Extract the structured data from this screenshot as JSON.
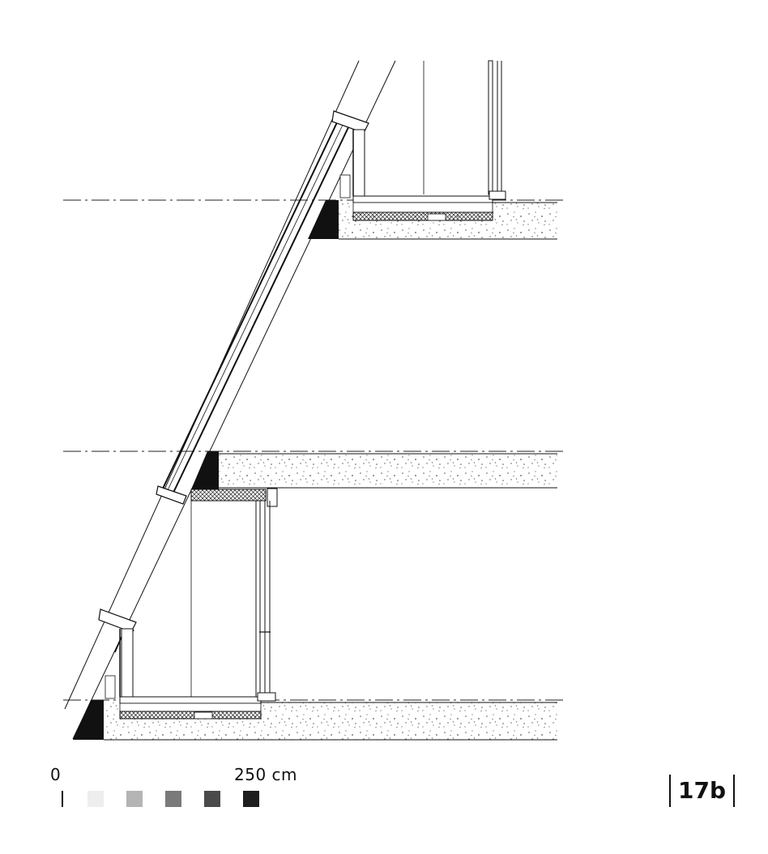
{
  "scale_bar": {
    "start_label": "0",
    "end_label": "250 cm",
    "swatch_colors": [
      "#eeeeee",
      "#b4b4b4",
      "#7a7a7a",
      "#4a4a4a",
      "#1e1e1e"
    ]
  },
  "figure_label": "17b",
  "colors": {
    "line": "#111111",
    "concrete_speckle": "#555555",
    "solid_fill": "#111111"
  }
}
